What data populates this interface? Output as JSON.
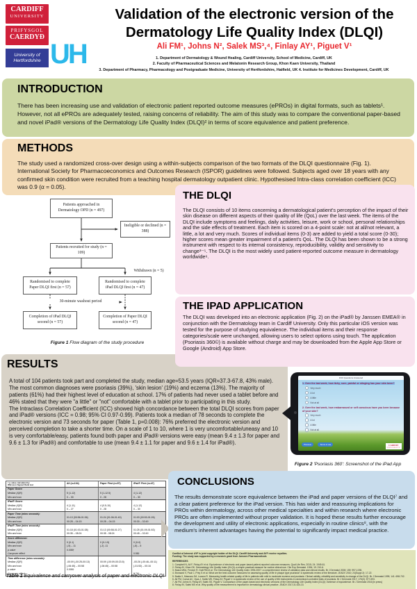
{
  "header": {
    "title_line1": "Validation of the electronic version of the",
    "title_line2": "Dermatology Life Quality Index (DLQI)",
    "authors": "Ali FM¹, Johns N², Salek MS³,⁴, Finlay AY¹, Piguet V¹",
    "affiliations": [
      "1. Department of Dermatology & Wound Healing, Cardiff University, School of Medicine, Cardiff, UK",
      "2. Faculty of Pharmaceutical Sciences and Melatonin Research Group, Khon Kaen University, Thailand",
      "3. Department of Pharmacy, Pharmacology and Postgraduate Medicine, University of Hertfordshire, Hatfield, UK 4. Institute for Medicines Development, Cardiff, UK"
    ],
    "logo_cardiff_1": "CARDIFF",
    "logo_cardiff_2": "UNIVERSITY",
    "logo_prifysgol_1": "PRIFYSGOL",
    "logo_prifysgol_2": "CAERDYÐ",
    "logo_herts_1": "University of",
    "logo_herts_2": "Hertfordshire",
    "logo_uh": "UH"
  },
  "introduction": {
    "heading": "INTRODUCTION",
    "body": "There has been increasing use and validation of electronic patient reported outcome measures (ePROs) in digital formats, such as tablets¹. However, not all ePROs are adequately tested, raising concerns of reliability. The aim of this study was to compare the conventional paper-based and novel iPad® versions of the Dermatology Life Quality Index (DLQI)² in terms of score equivalence and patient preference."
  },
  "methods": {
    "heading": "METHODS",
    "body": "The study used a randomized cross-over design using a within-subjects comparison of the two formats of the DLQI questionnaire (Fig. 1). International Society for Pharmacoeconomics and Outcomes Research (ISPOR) guidelines were followed. Subjects aged over 18 years with any confirmed skin condition were recruited from a teaching hospital dermatology outpatient clinic. Hypothesised Intra-class correlation coefficient (ICC) was 0.9 (α = 0.05)."
  },
  "flow": {
    "approached": "Patients approached in Dermatology OPD (n = 497)",
    "ineligible": "Ineligible or declined (n = 388)",
    "recruited": "Patients recruited for study (n = 109)",
    "withdrawn": "Withdrawn (n = 5)",
    "rand_paper": "Randomised to complete Paper DLQI first (n = 57)",
    "rand_ipad": "Randomised to complete iPad DLQI first (n = 47)",
    "washout": "30-minute washout period",
    "comp_ipad": "Completion of iPad DLQI second (n = 57)",
    "comp_paper": "Completion of Paper DLQI second (n = 47)",
    "caption_bold": "Figure 1",
    "caption_text": " Flow diagram of the study procedure"
  },
  "dlqi": {
    "heading": "THE DLQI",
    "body": "The DLQI consists of 10 items concerning a dermatological patient's perception of the impact of their skin disease on different aspects of their quality of life (QoL) over the last week.  The items of the DLQI include symptoms and feelings, daily activities, leisure, work or school, personal relationships and the side effects of treatment.  Each item is scored on a 4-point scale: not at all/not relevant, a little, a lot and very much.  Scores of individual items (0-3) are added to yield a total score (0-30); higher scores mean greater impairment of a patient's QoL. The DLQI has been shown to be a strong instrument with respect to its internal consistency, reproducibility, validity and sensitivity to change³⁻⁵. The DLQI is the most widely used patient-reported outcome measure in dermatology worldwide⁶."
  },
  "ipad_app": {
    "heading": "THE IPAD APPLICATION",
    "body": "The DLQI was developed into an electronic application (Fig. 2) on the iPad® by Janssen EMEA® in conjunction with the Dermatology team in Cardiff University. Only this particular iOS version was tested for the purpose of studying equivalence. The individual items and their response categories/scale were unchanged, allowing users to select options using touch. The application (Psoriasis 360©) is available without charge and may be downloaded from the Apple App Store or Google (Android) App Store."
  },
  "results": {
    "heading": "RESULTS",
    "body1": "A total of 104 patients took part and completed the study, median age=53.5 years (IQR=37.3-67.8, 43% male). The most common diagnoses were psoriasis (39%), 'skin lesion' (19%) and eczema (13%). The majority of patients (61%) had their highest level of education at school. 17% of patients had never used a tablet before and 46% stated that they were \"a little\" or \"not\" comfortable with a tablet prior to participating in this study.",
    "body2": "The Intraclass Correlation Coefficient (ICC) showed high concordance between the total DLQI scores from paper and iPad® versions (ICC = 0.98; 95% CI 0.97-0.99). Patients took a median of 78 seconds to complete the electronic version and 73 seconds for paper (Table 1, p=0.008): 76% preferred the electronic version and perceived completion to take a shorter time. On a scale of 1 to 10, where 1 is very uncomfortable/uneasy and 10 is very comfortable/easy, patients found both paper and iPad® versions were easy (mean 9.4 ± 1.3 for paper and 9.6 ± 1.3 for iPad®) and comfortable to use (mean 9.4 ± 1.1 for paper and 9.6 ± 1.4 for iPad®)."
  },
  "figure2": {
    "statusbar": "0/10 Questions Answered",
    "q1": "1. Over the last week, how itchy, sore, painful or stinging has your skin been?",
    "q2": "2. Over the last week, how embarrassed or self conscious have you been because of your skin?",
    "options": [
      "Very much",
      "A lot",
      "A little",
      "Not at all"
    ],
    "btn_previous": "Previous",
    "btn_terms": "Terms of use",
    "app_logo_1": "CARDIFF",
    "app_logo_2": "UNIVERSITY",
    "caption_bold": "Figure 2",
    "caption_text": " 'Psoriasis 360': Screenshot of the iPad App"
  },
  "conclusions": {
    "heading": "CONCLUSIONS",
    "body": "The results demonstrate score equivalence between the iPad and paper versions of the DLQI⁷ and a clear patient preference for the iPad version. This has wider and reassuring implications for PROs within dermatology, across other medical specialties and within research where electronic PROs are often implemented without proper validation. It is hoped these results further encourage the development and utility of electronic applications, especially in routine clinics⁸, with the medium's inherent advantages having the potential to significantly impact medical practice."
  },
  "table1": {
    "note_1": "† p-value calculated by",
    "note_2": "Wilcoxon Signed Rank test",
    "columns": [
      "All (n=104)",
      "Paper First (n=57)",
      "iPad® First (n=47)"
    ],
    "sections": [
      {
        "label": "Paper Score:",
        "rows": [
          [
            "Median (IQR)",
            "5 (1-12)",
            "5 (1-12.5)",
            "4 (1-12)"
          ],
          [
            "Min and max",
            "0 – 30",
            "0 - 28",
            "0 – 30"
          ]
        ]
      },
      {
        "label": "iPad® Score:",
        "rows": [
          [
            "Median (IQR)",
            "4 (1-11)",
            "4 (0.5-10)",
            "4 (1-12)"
          ],
          [
            "Min and max",
            "0 – 27",
            "0 - 28",
            "0 – 30"
          ]
        ]
      },
      {
        "label": "Paper Time (mins seconds):",
        "rows": [
          [
            "Median (IQR)",
            "01:13 (00:56-01:36)",
            "01:24 (01:06-01:40)",
            "01:03 (00:53-01:26)"
          ],
          [
            "Min and max",
            "00:28 – 04:15",
            "00:28 – 04:15",
            "00:30 – 02:49"
          ]
        ]
      },
      {
        "label": "iPad® Time (mins seconds):",
        "rows": [
          [
            "Median (IQR)",
            "01:18 (01:03-01:38)",
            "01:13 (00:58-01:27)",
            "01:25 (01:09-01:53)"
          ],
          [
            "Min and max",
            "00:35 – 08:24",
            "00:35 - 08:24",
            "00:45 – 02:49"
          ]
        ]
      },
      {
        "label": "Score difference:",
        "rows": [
          [
            "Median (IQR)",
            "0 (0-1)",
            "0 (0-1.5)",
            "0 (0-0)"
          ],
          [
            "Min and max",
            "(-5) – 11",
            "(-2) -11",
            "(-8) – 5"
          ],
          [
            "p value",
            "0.008†",
            "",
            ""
          ],
          [
            "Carryover effect",
            "",
            "",
            "0.58†"
          ]
        ]
      },
      {
        "label": "Time difference (mins seconds):",
        "rows": [
          [
            "Median (IQR)",
            "-00:09 (-00:25-00:13)",
            "00:09 (-00:09-00:23.5)",
            "-00:26 (-00:46--00:11)"
          ],
          [
            "Min and max",
            "(-06:45) – 00:58",
            "(-06:45) – 00:58",
            "(-01:53) – 00:16"
          ],
          [
            "p value",
            "0.008†",
            "",
            ""
          ],
          [
            "Carryover effect",
            "",
            "",
            "0.76†"
          ]
        ]
      }
    ],
    "caption_bold": "Table 1",
    "caption_text": " Equivalence and carryover analysis of paper and electronic DLQI"
  },
  "footer": {
    "conflict": "Conflict of Interest: AYF is joint copyright holder of the DLQI. Cardiff University and AYF receive royalties.",
    "funding": "Funding: The study was supported by a research grant from Janssen Pharmaceuticals",
    "references_heading": "REFERENCES",
    "references": [
      "1. Campbell N, Ali F, Finlay AY et al. Equivalence of electronic and paper-based patient-reported outcome measures. Qual Life Res. 2015; 24: 1949-61.",
      "2. Finlay AY, Khan GK. Dermatology Life Quality Index (DLQI)–a simple practical measure for routine clinical use. Clin Exp Dermatol. 1994; 19: 210-6.",
      "3. Basra MKA, Fenech R, Gatt RM et al. The Dermatology Life Quality Index 1994-2007: a comprehensive review of validation data and clinical results. Br J Dermatol 2008; 159: 997-1035.",
      "4. Bronsard V, Paul C, Prey S et al. What are the best outcome measures for assessing quality of life in plaque type psoriasis? A systematic review of the literature. JEADV 2010; 24(Suppl 2): 17-22.",
      "5. Badia X, Mascaro JM, Lozano R. Measuring health-related quality of life in patients with mild to moderate eczema and psoriasis: Clinical validity, reliability and sensitivity to change of the DLQI. Br J Dermatol 1999; 141: 698-702.",
      "6. Ali FM, Cueva AC, Vyas J, Salek MS, Finlay AY, Piguet V. A systematic review of the use of quality of life instruments in randomised controlled trials of psoriasis. Br J Dermatol 2017; 176(3): 577-593.",
      "7. Ali FM, Johns N, Finlay AY, Salek SS, Piguet V. Comparison of the paper-based and electronic versions of the Dermatology Life Quality Index (DLQI): evidence of equivalence. Br J Dermatol 2016 [in press]",
      "8. Finlay AY, Salek MS et al. Why quality of life measurement is important in dermatology clinical practice. JEADV 2017;31:424-31"
    ]
  },
  "colors": {
    "intro_bg": "#ccd7a3",
    "methods_bg": "#f4dcb8",
    "pink_bg": "#f9e2ee",
    "results_bg": "#d8d2c7",
    "conclusions_bg": "#c8dcec",
    "footer_bg": "#e0e4ba",
    "cardiff_red": "#d0203a",
    "authors_red": "#e8252c",
    "uh_cyan": "#2cb8ea",
    "herts_blue": "#333d96"
  }
}
